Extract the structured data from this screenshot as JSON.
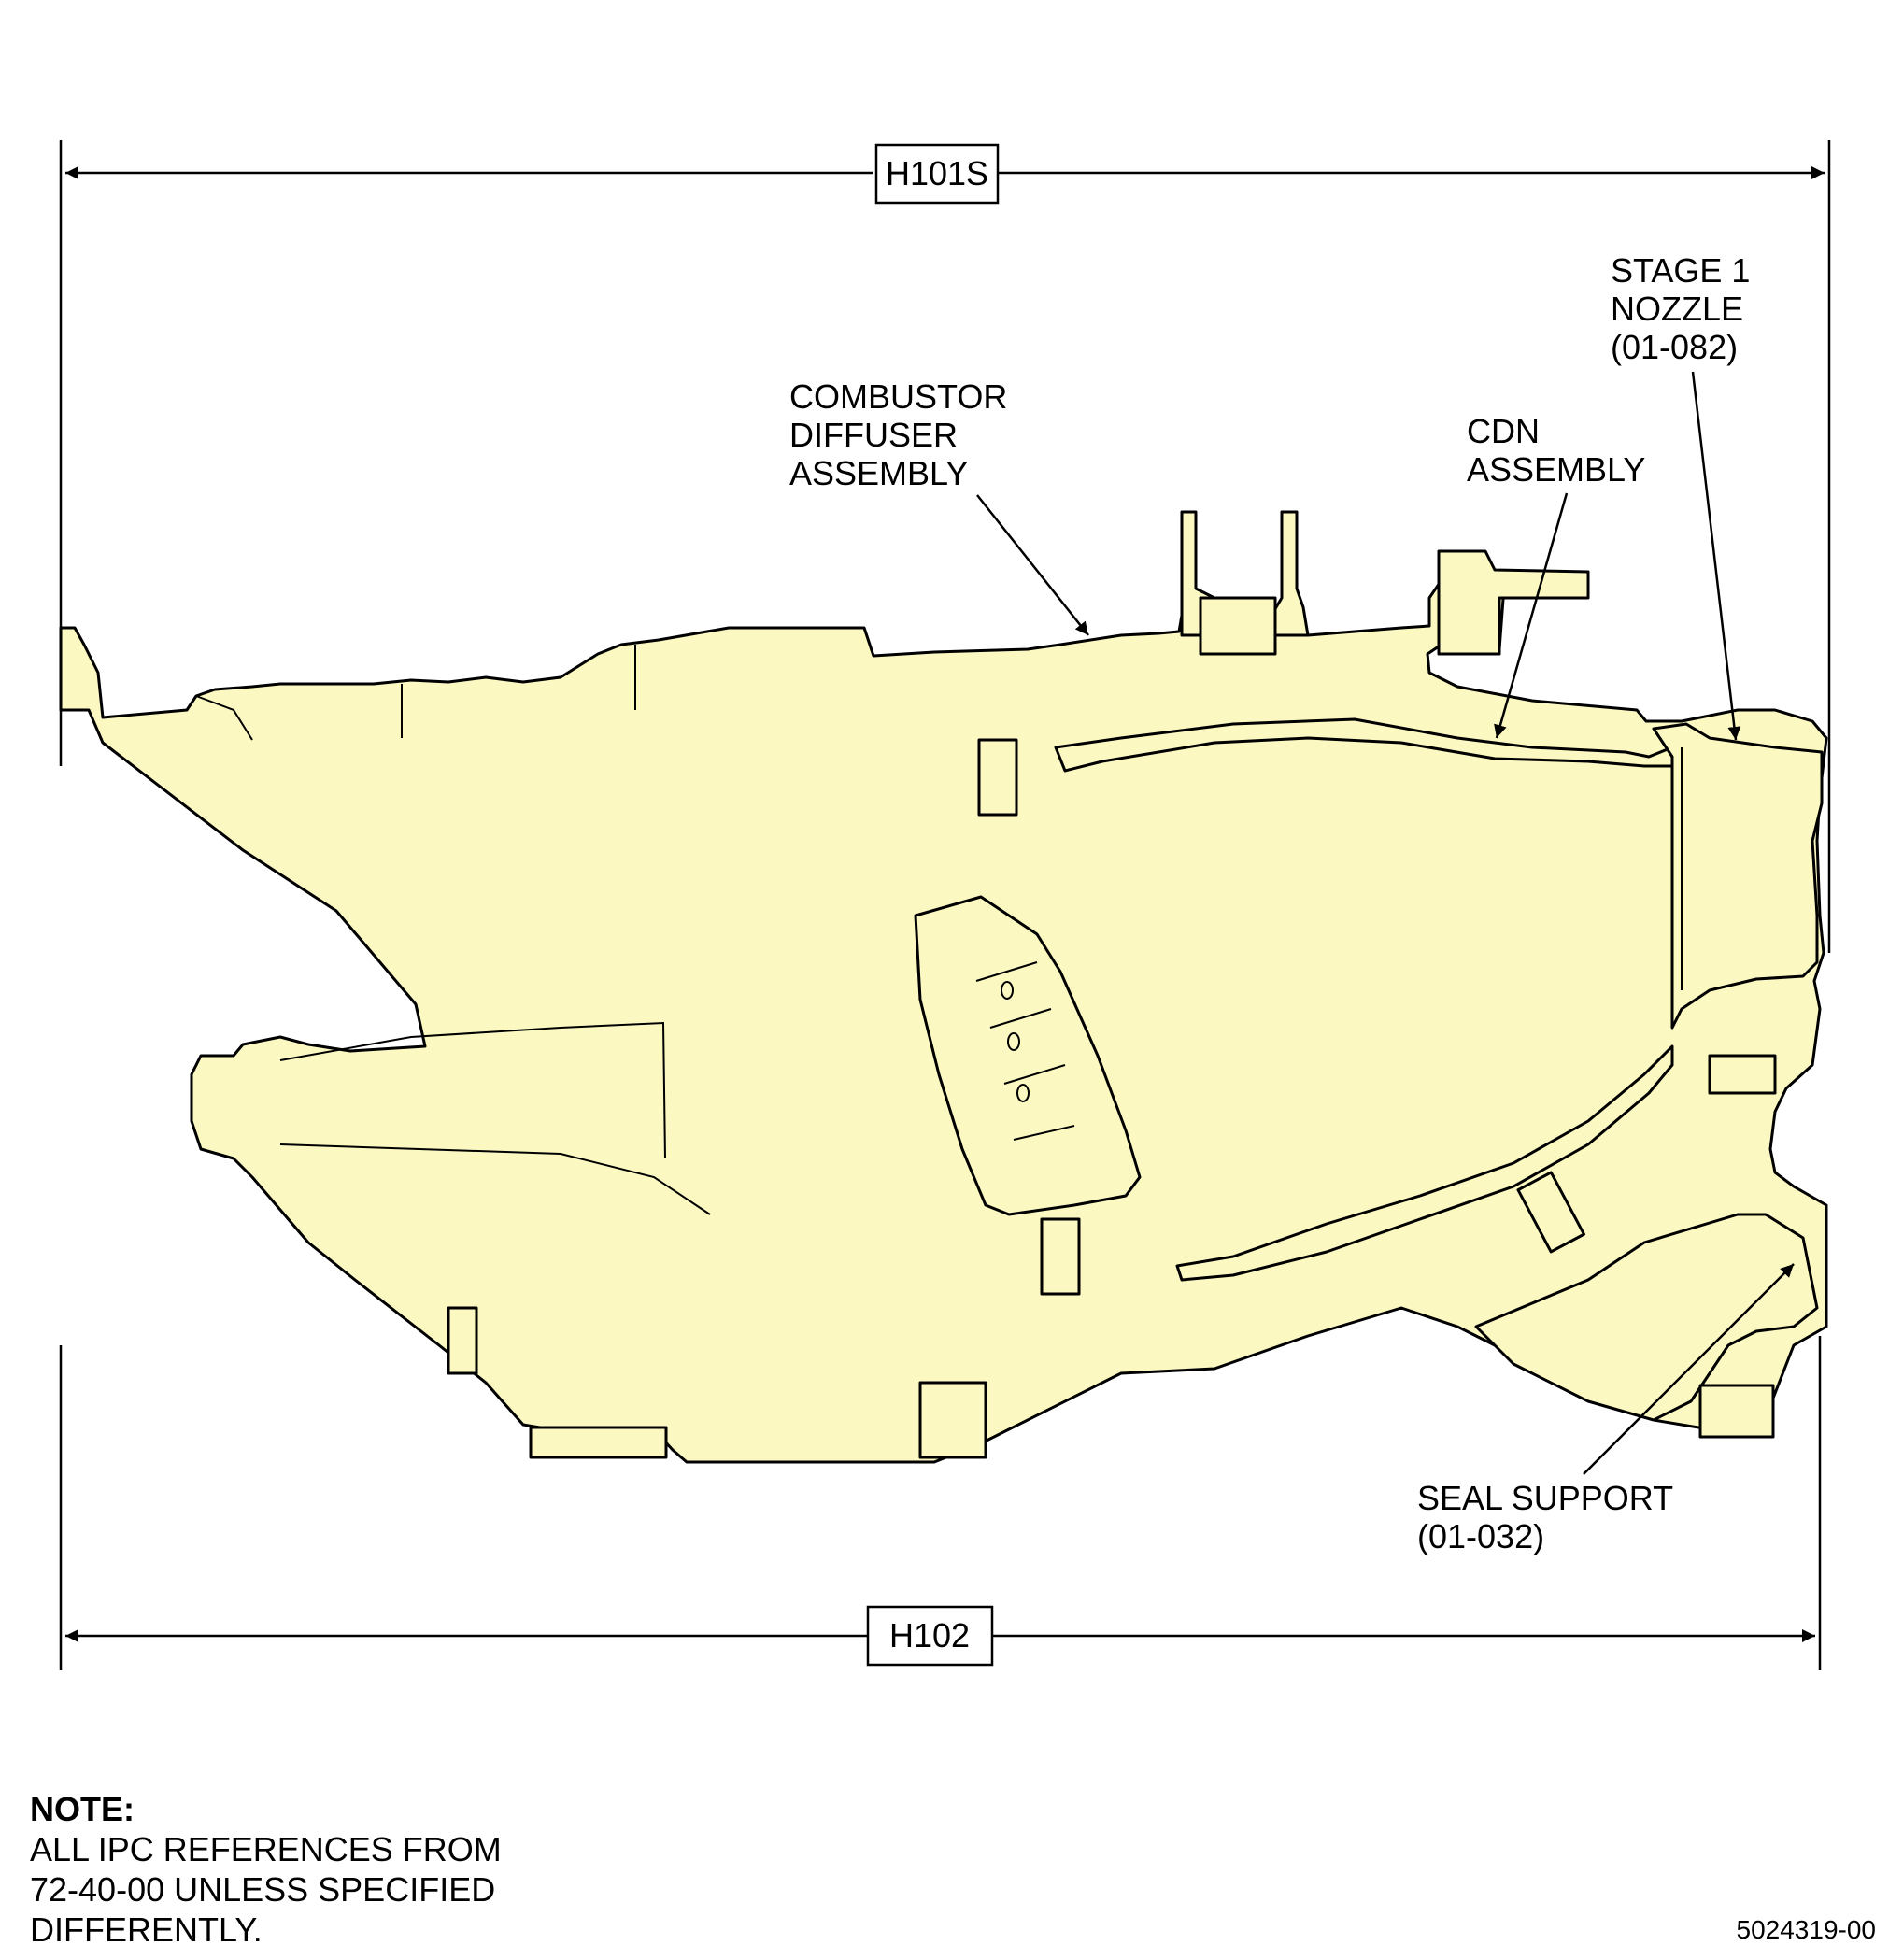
{
  "dimensions": {
    "top": "H101S",
    "bottom": "H102"
  },
  "callouts": {
    "stage1_nozzle": [
      "STAGE 1",
      "NOZZLE",
      "(01-082)"
    ],
    "combustor": [
      "COMBUSTOR",
      "DIFFUSER",
      "ASSEMBLY"
    ],
    "cdn": [
      "CDN",
      "ASSEMBLY"
    ],
    "seal_support": [
      "SEAL SUPPORT",
      "(01-032)"
    ]
  },
  "note": {
    "heading": "NOTE:",
    "lines": [
      "ALL IPC REFERENCES FROM",
      "72-40-00 UNLESS SPECIFIED",
      "DIFFERENTLY."
    ]
  },
  "figure_number": "5024319-00",
  "colors": {
    "part_fill": "#fbf8c2",
    "ink": "#000000"
  }
}
